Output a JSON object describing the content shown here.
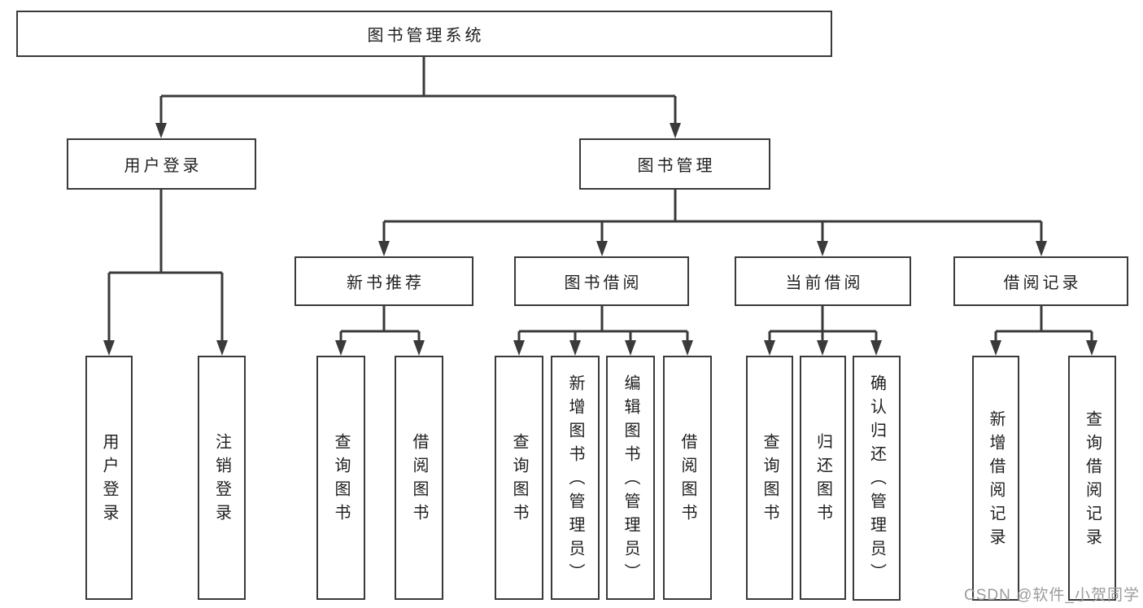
{
  "tree": {
    "root": "图书管理系统",
    "branches": [
      {
        "label": "用户登录",
        "leaves": [
          "用户登录",
          "注销登录"
        ]
      },
      {
        "label": "图书管理",
        "groups": [
          {
            "label": "新书推荐",
            "leaves": [
              "查询图书",
              "借阅图书"
            ]
          },
          {
            "label": "图书借阅",
            "leaves": [
              "查询图书",
              "新增图书（管理员）",
              "编辑图书（管理员）",
              "借阅图书"
            ]
          },
          {
            "label": "当前借阅",
            "leaves": [
              "查询图书",
              "归还图书",
              "确认归还（管理员）"
            ]
          },
          {
            "label": "借阅记录",
            "leaves": [
              "新增借阅记录",
              "查询借阅记录"
            ]
          }
        ]
      }
    ]
  },
  "watermark": "CSDN @软件_小贺同学",
  "colors": {
    "line": "#3a3a3a",
    "box_border": "#3a3a3a",
    "text": "#1f1f1f",
    "watermark": "#9b9b9b",
    "background": "#ffffff"
  }
}
